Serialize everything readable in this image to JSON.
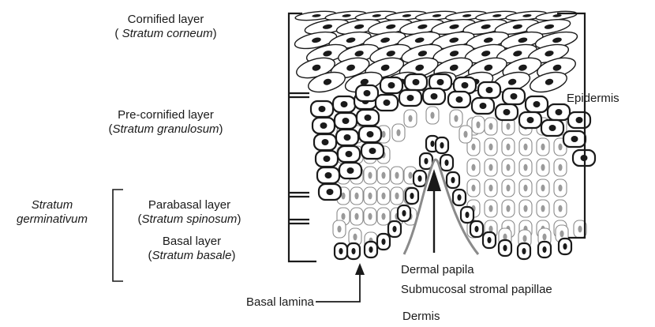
{
  "labels": {
    "cornified": {
      "line1": "Cornified layer",
      "open": "(",
      "latin": "Stratum corneum",
      "close": ")"
    },
    "precornified": {
      "line1": "Pre-cornified layer",
      "open": "(",
      "latin": "Stratum granulosum",
      "close": ")"
    },
    "germinativum": {
      "line1": "Stratum",
      "line2": "germinativum"
    },
    "parabasal": {
      "line1": "Parabasal layer",
      "open": "(",
      "latin": "Stratum spinosum",
      "close": ")"
    },
    "basal": {
      "line1": "Basal layer",
      "open": "(",
      "latin": "Stratum basale",
      "close": ")"
    },
    "epidermis": "Epidermis",
    "dermal_papila": "Dermal papila",
    "submucosal": "Submucosal stromal papillae",
    "basal_lamina": "Basal lamina",
    "dermis": "Dermis"
  },
  "colors": {
    "line": "#1a1a1a",
    "cell_fill": "#ffffff",
    "nucleus": "#1a1a1a",
    "light_cell_stroke": "#8a8a8a",
    "light_nucleus": "#9a9a9a"
  }
}
